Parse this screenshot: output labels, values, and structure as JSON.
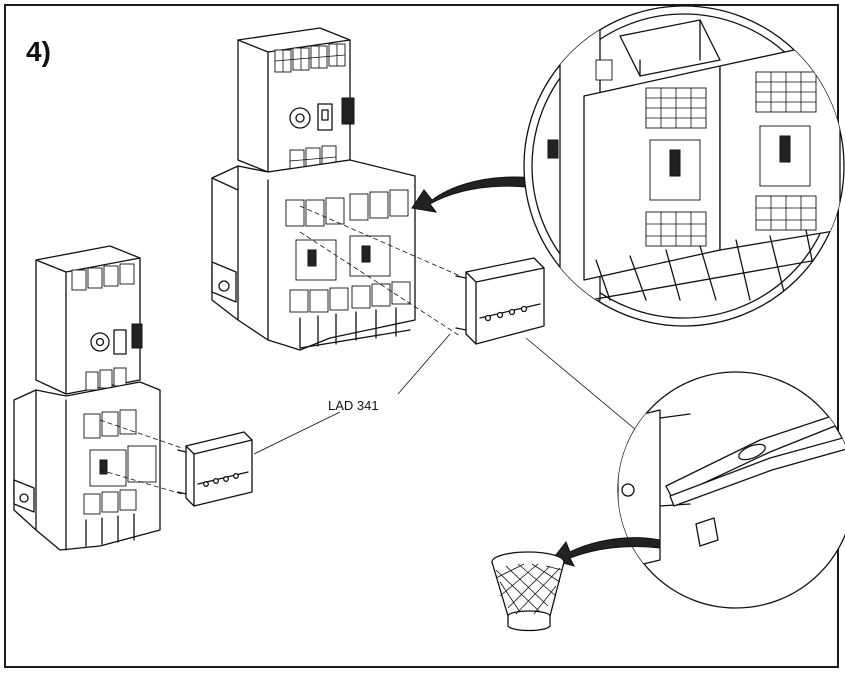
{
  "figure": {
    "step_number": "4)",
    "part_label": "LAD 341"
  },
  "icons": {
    "upper_assembly": "motor-starter-assembly",
    "lower_assembly": "motor-starter-assembly",
    "detail_magnifier": "zoom-detail-circle",
    "tool_detail": "pliers-cutting-tab",
    "disposal": "waste-basket"
  },
  "colors": {
    "line": "#111111",
    "background": "#ffffff"
  }
}
